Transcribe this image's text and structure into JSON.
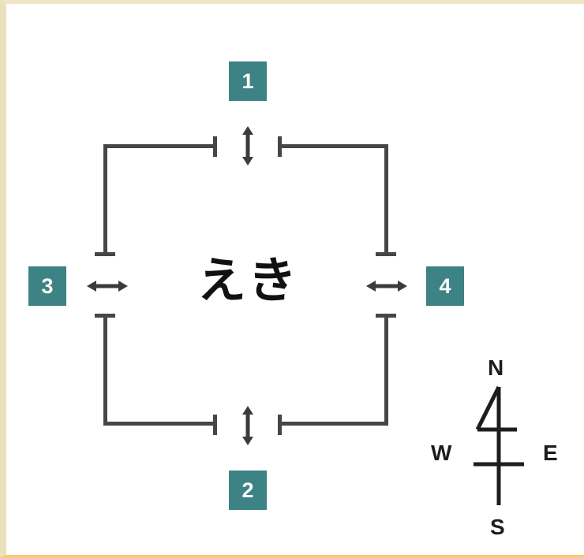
{
  "page": {
    "title": "Station exits diagram",
    "background_color": "#ffffff",
    "border_left_color": "#ebe1bd",
    "border_top_color": "#efe6c6",
    "border_bottom_color": "#f2cd76"
  },
  "station": {
    "name": "えき",
    "name_romaji_meaning": "eki",
    "line_color": "#464646"
  },
  "badges": [
    {
      "label": "1",
      "position": "north",
      "color": "#3d8284",
      "text_color": "#ffffff"
    },
    {
      "label": "2",
      "position": "south",
      "color": "#3d8284",
      "text_color": "#ffffff"
    },
    {
      "label": "3",
      "position": "west",
      "color": "#3d8284",
      "text_color": "#ffffff"
    },
    {
      "label": "4",
      "position": "east",
      "color": "#3d8284",
      "text_color": "#ffffff"
    }
  ],
  "gaps": [
    {
      "id": "north-gap",
      "orientation": "vertical",
      "arrow": "double-headed"
    },
    {
      "id": "south-gap",
      "orientation": "vertical",
      "arrow": "double-headed"
    },
    {
      "id": "west-gap",
      "orientation": "horizontal",
      "arrow": "double-headed"
    },
    {
      "id": "east-gap",
      "orientation": "horizontal",
      "arrow": "double-headed"
    }
  ],
  "compass": {
    "north": "N",
    "south": "S",
    "west": "W",
    "east": "E",
    "needle_points": "north",
    "color": "#1d1d1d"
  }
}
